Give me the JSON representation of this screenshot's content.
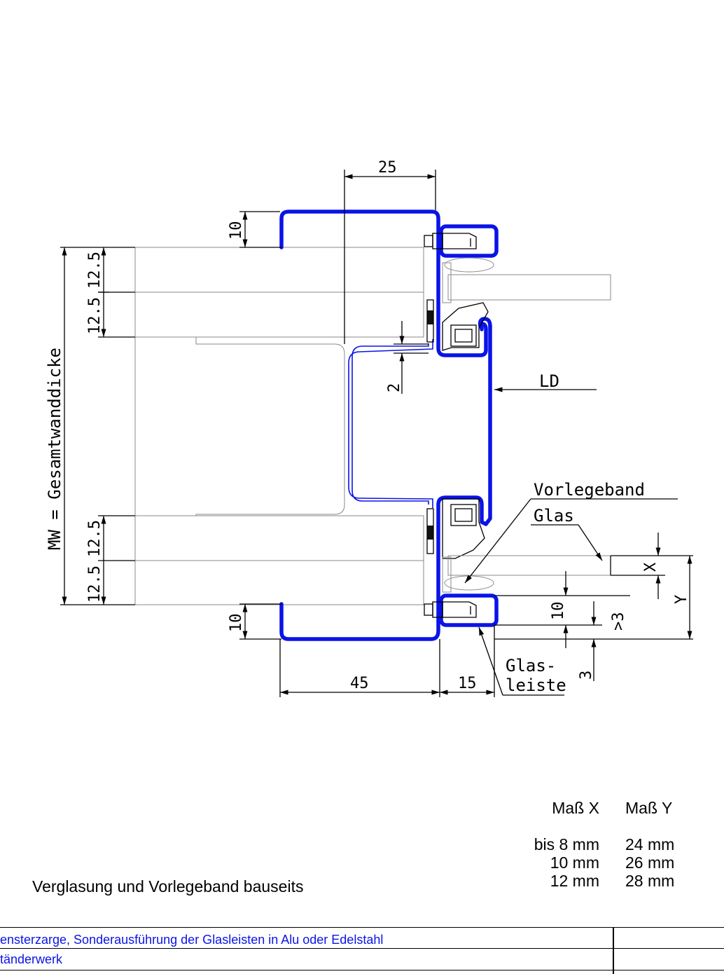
{
  "dimensions": {
    "top_width": "25",
    "flange_top": "10",
    "board_a": "12.5",
    "board_b": "12.5",
    "board_c": "12.5",
    "board_d": "12.5",
    "gap": "2",
    "flange_bottom": "10",
    "base_width": "45",
    "bead_width": "15",
    "bead_height": "10",
    "min_gap": ">3",
    "bottom_gap": "3",
    "dim_x": "X",
    "dim_y": "Y",
    "total_wall": "MW = Gesamtwanddicke"
  },
  "labels": {
    "ld": "LD",
    "vorlegeband": "Vorlegeband",
    "glas": "Glas",
    "glasleiste_1": "Glas-",
    "glasleiste_2": "leiste"
  },
  "table": {
    "headers": [
      "Maß X",
      "Maß Y"
    ],
    "rows": [
      [
        "bis 8 mm",
        "24 mm"
      ],
      [
        "10 mm",
        "26 mm"
      ],
      [
        "12 mm",
        "28 mm"
      ]
    ]
  },
  "note": "Verglasung und Vorlegeband bauseits",
  "title_block": {
    "line1": "ensterzarge, Sonderausführung der Glasleisten in Alu oder Edelstahl",
    "line2": "tänderwerk"
  },
  "colors": {
    "profile": "#0a14e6",
    "title_text": "#0a14e6"
  }
}
